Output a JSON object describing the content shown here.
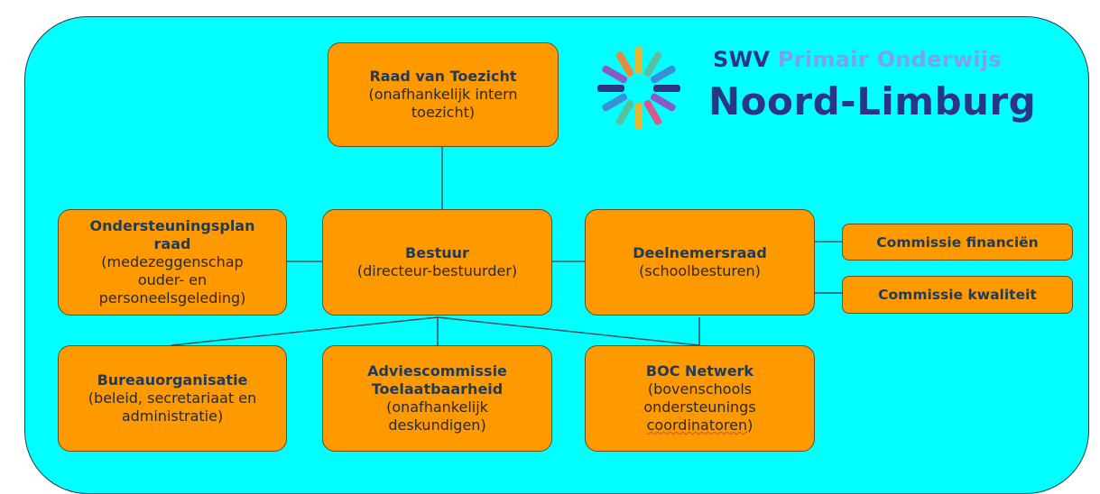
{
  "brand": {
    "swv": "SWV",
    "primair": "Primair Onderwijs",
    "name": "Noord-Limburg",
    "colors": {
      "dark": "#2a3585",
      "light": "#7fa0f0"
    }
  },
  "colors": {
    "background": "#00ffff",
    "box": "#ff9900",
    "line": "#3a5060"
  },
  "nodes": {
    "raad": {
      "title": "Raad van Toezicht",
      "sub": "(onafhankelijk intern toezicht)"
    },
    "ondersteuning": {
      "title": "Ondersteuningsplan raad",
      "sub": "(medezeggenschap ouder- en personeelsgeleding)"
    },
    "bestuur": {
      "title": "Bestuur",
      "sub": "(directeur-bestuurder)"
    },
    "deelnemers": {
      "title": "Deelnemersraad",
      "sub": "(schoolbesturen)"
    },
    "financien": {
      "title": "Commissie financiën"
    },
    "kwaliteit": {
      "title": "Commissie kwaliteit"
    },
    "bureau": {
      "title": "Bureauorganisatie",
      "sub": "(beleid, secretariaat en administratie)"
    },
    "advies": {
      "title": "Adviescommissie Toelaatbaarheid",
      "sub": "(onafhankelijk deskundigen)"
    },
    "boc": {
      "title": "BOC Netwerk",
      "sub_a": "(bovenschools ondersteunings",
      "sub_b": "coordinatoren",
      "sub_c": ")"
    }
  }
}
